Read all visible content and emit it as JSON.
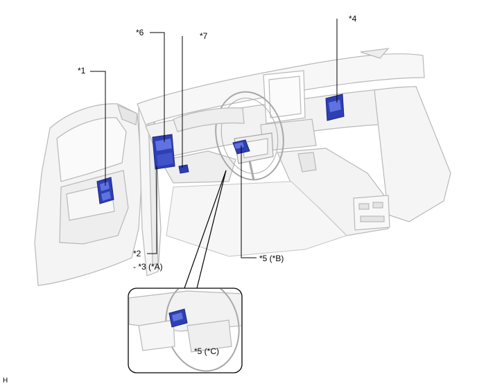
{
  "callouts": {
    "c1": "*1",
    "c2": "*2",
    "c3": "- *3 (*A)",
    "c4": "*4",
    "c5b": "*5 (*B)",
    "c5c": "*5 (*C)",
    "c6": "*6",
    "c7": "*7"
  },
  "corner_code": "H",
  "colors": {
    "part_fill": "#2e3fb4",
    "part_dark": "#1c2680",
    "part_light": "#5f72e0",
    "line": "#b8b8b8",
    "shade": "#f2f2f2",
    "leader": "#000000"
  }
}
